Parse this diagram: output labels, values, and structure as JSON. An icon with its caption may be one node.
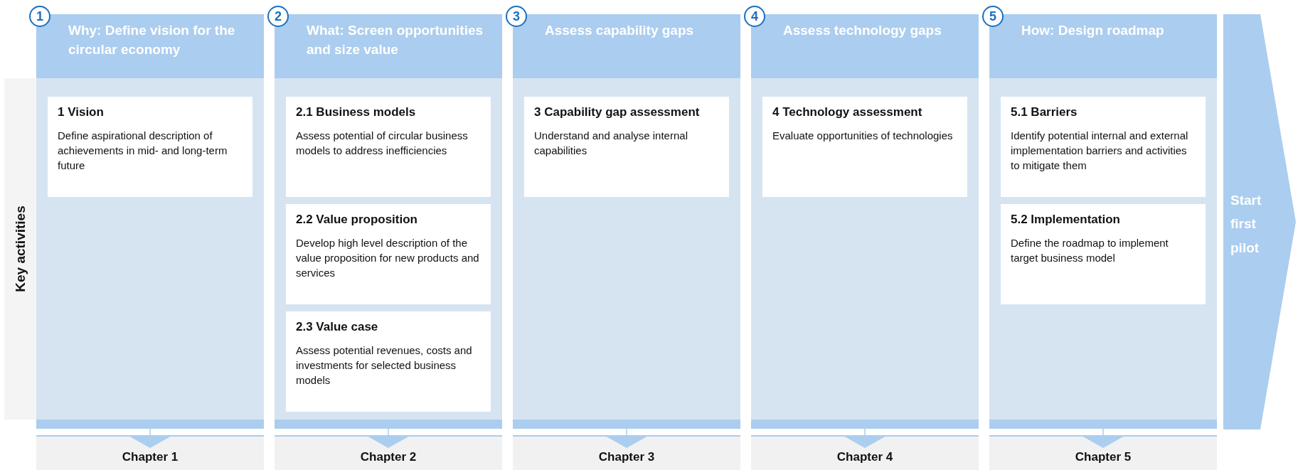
{
  "diagram": {
    "nodes": [
      {
        "text": [
          "Key activities"
        ]
      },
      {
        "text": [
          "Why: Define vision for the circular economy"
        ]
      },
      {
        "text": [
          "1"
        ],
        "in": 1
      },
      {
        "text": [
          "1 Vision",
          "Define aspirational description of achievements in mid- and long-term future"
        ],
        "in": 1
      },
      {
        "text": [
          "What: Screen opportunities and size value"
        ]
      },
      {
        "text": [
          "2"
        ],
        "in": 4
      },
      {
        "text": [
          "2.1 Business models",
          "Assess potential of circular business models to address inefficiencies"
        ],
        "in": 4
      },
      {
        "text": [
          "2.2 Value proposition",
          "Develop high level description of the value proposition for new products and services"
        ],
        "in": 4
      },
      {
        "text": [
          "2.3 Value case",
          "Assess potential revenues, costs and investments for selected business models"
        ],
        "in": 4
      },
      {
        "text": [
          "Assess capability gaps"
        ]
      },
      {
        "text": [
          "3"
        ],
        "in": 9
      },
      {
        "text": [
          "3 Capability gap assessment",
          "Understand and analyse internal capabilities"
        ],
        "in": 9
      },
      {
        "text": [
          "Assess technology gaps"
        ]
      },
      {
        "text": [
          "4"
        ],
        "in": 12
      },
      {
        "text": [
          "4 Technology assessment",
          "Evaluate opportunities of technologies"
        ],
        "in": 12
      },
      {
        "text": [
          "How: Design roadmap"
        ]
      },
      {
        "text": [
          "5"
        ],
        "in": 15
      },
      {
        "text": [
          "5.1 Barriers",
          "Identify potential internal and external implementation barriers and activities to mitigate them"
        ],
        "in": 15
      },
      {
        "text": [
          "5.2 Implementation",
          "Define the roadmap to implement target business model"
        ],
        "in": 15
      },
      {
        "text": [
          "Start first pilot"
        ]
      },
      {
        "text": [
          "Chapter 1"
        ]
      },
      {
        "text": [
          "Chapter 2"
        ]
      },
      {
        "text": [
          "Chapter 3"
        ]
      },
      {
        "text": [
          "Chapter 4"
        ]
      },
      {
        "text": [
          "Chapter 5"
        ]
      }
    ],
    "edges": [
      {
        "from": 1,
        "to": 20,
        "arrow": "to"
      },
      {
        "from": 4,
        "to": 21,
        "arrow": "to"
      },
      {
        "from": 9,
        "to": 22,
        "arrow": "to"
      },
      {
        "from": 12,
        "to": 23,
        "arrow": "to"
      },
      {
        "from": 15,
        "to": 24,
        "arrow": "to"
      }
    ]
  }
}
